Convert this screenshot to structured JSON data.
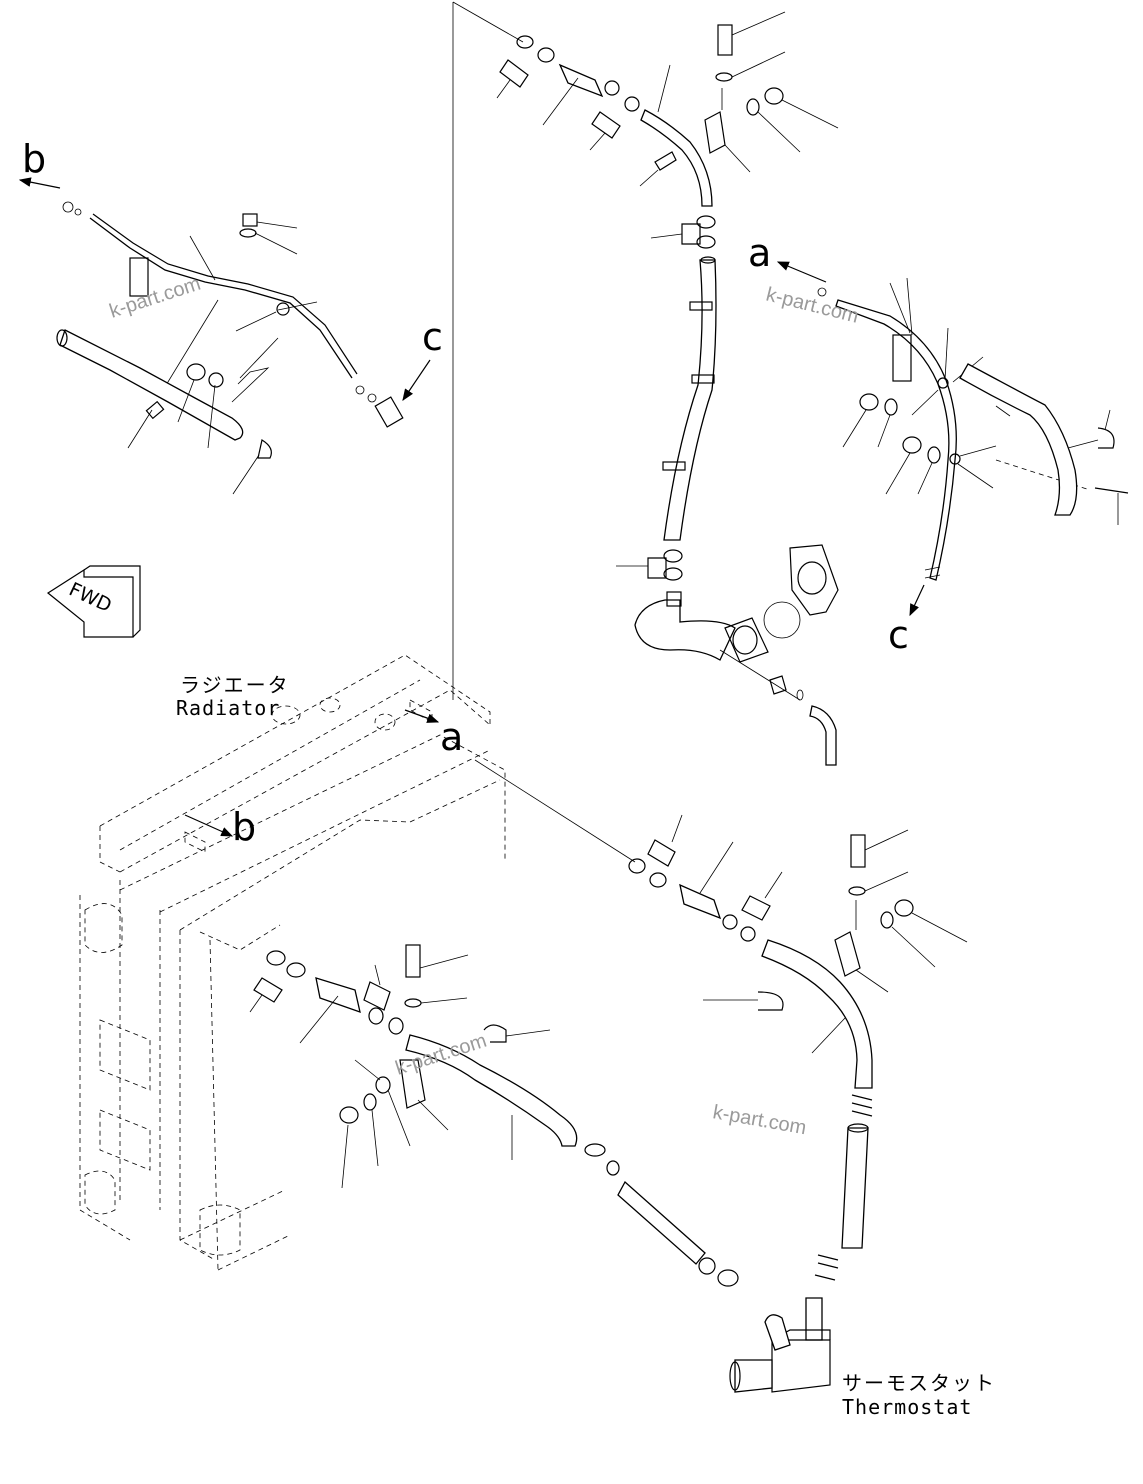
{
  "labels": {
    "radiator_jp": "ラジエータ",
    "radiator_en": "Radiator",
    "thermostat_jp": "サーモスタット",
    "thermostat_en": "Thermostat",
    "fwd": "FWD"
  },
  "refs": {
    "a_top": "a",
    "a_radiator": "a",
    "b_top_left": "b",
    "b_radiator": "b",
    "c_top_left": "c",
    "c_top_right": "c"
  },
  "watermark": "k-part.com"
}
